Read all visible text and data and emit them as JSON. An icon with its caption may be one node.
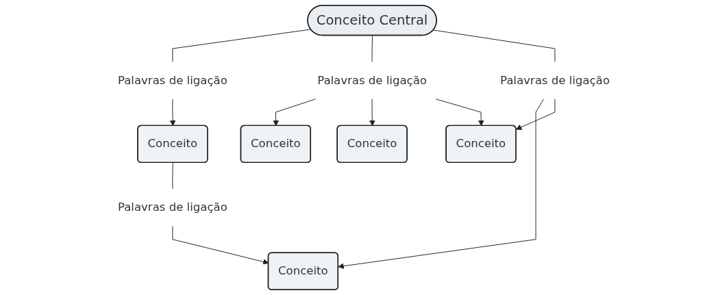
{
  "diagram": {
    "nodes": [
      {
        "text": [
          "Conceito Central"
        ]
      },
      {
        "text": [
          "Palavras de ligação"
        ]
      },
      {
        "text": [
          "Conceito"
        ]
      },
      {
        "text": [
          "Palavras de ligação"
        ]
      },
      {
        "text": [
          "Conceito"
        ]
      },
      {
        "text": [
          "Conceito"
        ]
      },
      {
        "text": [
          "Palavras de ligação"
        ]
      },
      {
        "text": [
          "Palavras de ligação"
        ]
      },
      {
        "text": [
          "Conceito"
        ]
      },
      {
        "text": [
          "Conceito"
        ]
      }
    ],
    "edges": [
      {
        "from": 0,
        "to": 1,
        "arrow": "none"
      },
      {
        "from": 1,
        "to": 2,
        "arrow": "to"
      },
      {
        "from": 0,
        "to": 3,
        "arrow": "none"
      },
      {
        "from": 3,
        "to": 4,
        "arrow": "to"
      },
      {
        "from": 3,
        "to": 5,
        "arrow": "to"
      },
      {
        "from": 3,
        "to": 9,
        "arrow": "to"
      },
      {
        "from": 0,
        "to": 6,
        "arrow": "none"
      },
      {
        "from": 6,
        "to": 8,
        "arrow": "to"
      },
      {
        "from": 6,
        "to": 9,
        "arrow": "to"
      },
      {
        "from": 2,
        "to": 7,
        "arrow": "none"
      },
      {
        "from": 7,
        "to": 8,
        "arrow": "to"
      }
    ]
  }
}
